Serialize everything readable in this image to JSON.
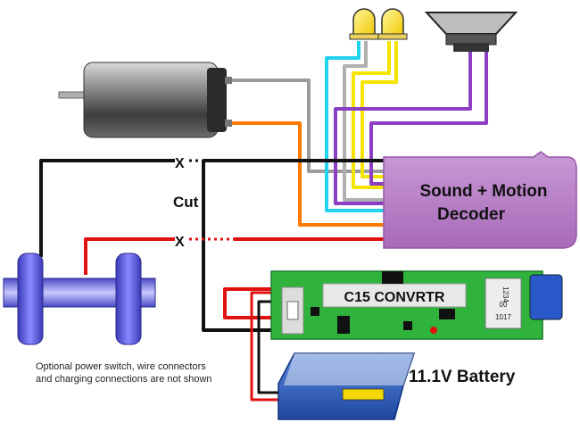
{
  "labels": {
    "decoder_line1": "Sound + Motion",
    "decoder_line2": "Decoder",
    "converter": "C15 CONVRTR",
    "battery": "11.1V Battery",
    "cut": "Cut",
    "cut_mark_1": "X",
    "cut_mark_2": "X",
    "note_line1": "Optional power switch, wire connectors",
    "note_line2": "and charging connections are not shown",
    "chip_line1": "1234",
    "chip_line2": "00",
    "chip_line3": "1017"
  },
  "colors": {
    "decoder": "#b57bc4",
    "converter_board": "#2fb33d",
    "battery": "#2f5fb8",
    "wheel": "#5f5fd6",
    "wire_black": "#111111",
    "wire_red": "#e01010",
    "wire_orange": "#ff7a00",
    "wire_gray": "#9a9a9a",
    "wire_cyan": "#22d3ee",
    "wire_yellow": "#f5e400",
    "wire_purple": "#8a3fc4"
  }
}
